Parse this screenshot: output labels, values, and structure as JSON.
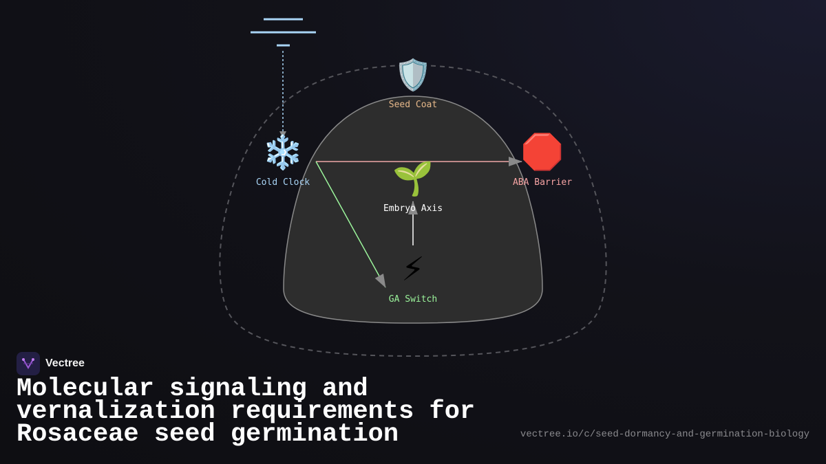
{
  "diagram": {
    "nodes": {
      "seed_coat": {
        "label": "Seed Coat",
        "icon": "shield-icon",
        "glyph": "🛡️",
        "color": "#e6b88a"
      },
      "cold_clock": {
        "label": "Cold Clock",
        "icon": "snowflake-icon",
        "glyph": "❄️",
        "color": "#a8d4f5"
      },
      "aba_barrier": {
        "label": "ABA Barrier",
        "icon": "stop-sign-icon",
        "glyph": "🛑",
        "color": "#f5a3a3"
      },
      "embryo_axis": {
        "label": "Embryo Axis",
        "icon": "seedling-icon",
        "glyph": "🌱",
        "color": "#ffffff"
      },
      "ga_switch": {
        "label": "GA Switch",
        "icon": "lightning-icon",
        "glyph": "⚡",
        "color": "#9cf59c"
      }
    },
    "ground_symbol_color": "#a8d4f5"
  },
  "brand": {
    "name": "Vectree"
  },
  "title": "Molecular signaling and vernalization requirements for Rosaceae seed germination",
  "url": "vectree.io/c/seed-dormancy-and-germination-biology"
}
